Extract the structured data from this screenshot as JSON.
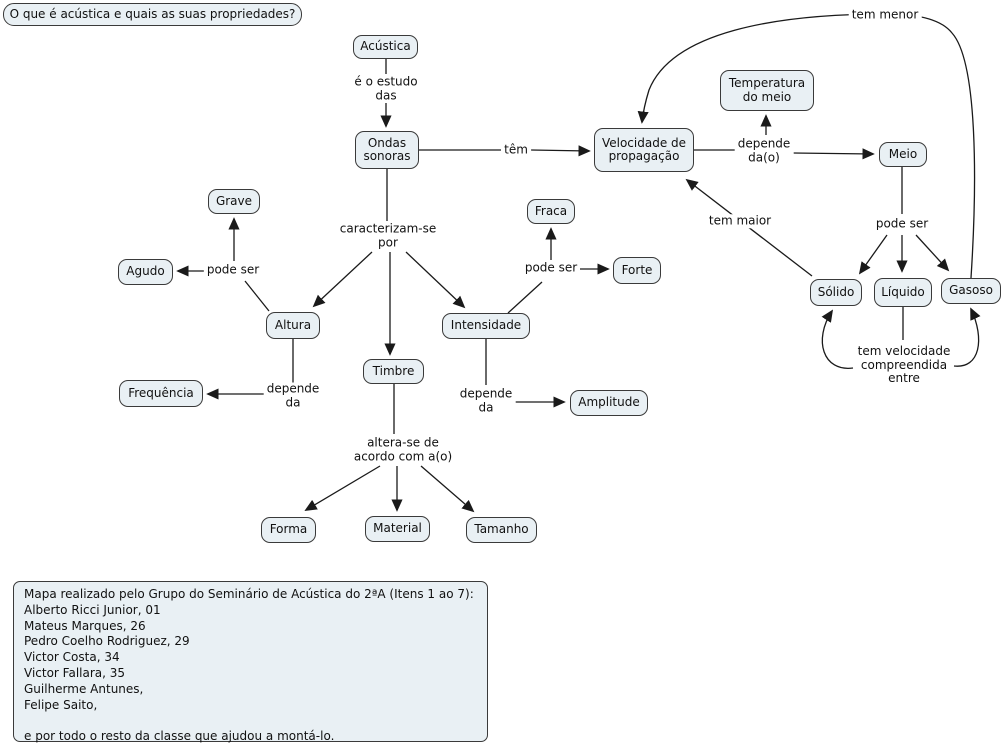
{
  "colors": {
    "background": "#ffffff",
    "node_fill": "#e9f0f4",
    "node_border": "#3a3a3a",
    "line": "#1a1a1a"
  },
  "nodes": {
    "question": {
      "label": "O que é acústica e quais as suas propriedades?"
    },
    "acustica": {
      "label": "Acústica"
    },
    "ondas": {
      "label": "Ondas\nsonoras"
    },
    "velocidade": {
      "label": "Velocidade de\npropagação"
    },
    "temperatura": {
      "label": "Temperatura\ndo meio"
    },
    "meio": {
      "label": "Meio"
    },
    "solido": {
      "label": "Sólido"
    },
    "liquido": {
      "label": "Líquido"
    },
    "gasoso": {
      "label": "Gasoso"
    },
    "grave": {
      "label": "Grave"
    },
    "agudo": {
      "label": "Agudo"
    },
    "altura": {
      "label": "Altura"
    },
    "frequencia": {
      "label": "Frequência"
    },
    "timbre": {
      "label": "Timbre"
    },
    "fraca": {
      "label": "Fraca"
    },
    "forte": {
      "label": "Forte"
    },
    "intensidade": {
      "label": "Intensidade"
    },
    "amplitude": {
      "label": "Amplitude"
    },
    "forma": {
      "label": "Forma"
    },
    "material": {
      "label": "Material"
    },
    "tamanho": {
      "label": "Tamanho"
    }
  },
  "links": {
    "e_o_estudo": {
      "label": "é o estudo\ndas"
    },
    "tem": {
      "label": "têm"
    },
    "caracterizam_se": {
      "label": "caracterizam-se\npor"
    },
    "pode_ser_altura": {
      "label": "pode ser"
    },
    "depende_da_altura": {
      "label": "depende\nda"
    },
    "altera_se": {
      "label": "altera-se de\nacordo com a(o)"
    },
    "pode_ser_intensidade": {
      "label": "pode ser"
    },
    "depende_da_intensidade": {
      "label": "depende\nda"
    },
    "depende_dao": {
      "label": "depende\nda(o)"
    },
    "pode_ser_meio": {
      "label": "pode ser"
    },
    "tem_maior": {
      "label": "tem maior"
    },
    "tem_menor": {
      "label": "tem menor"
    },
    "tem_velocidade": {
      "label": "tem velocidade\ncompreendida\nentre"
    }
  },
  "credits": {
    "text": "Mapa realizado pelo Grupo do Seminário de Acústica do 2ªA (Itens 1 ao 7):\nAlberto Ricci Junior, 01\nMateus Marques, 26\nPedro Coelho Rodriguez, 29\nVictor Costa, 34\nVictor Fallara, 35\nGuilherme Antunes,\nFelipe Saito,\n\ne por todo o resto da classe que ajudou a montá-lo."
  }
}
